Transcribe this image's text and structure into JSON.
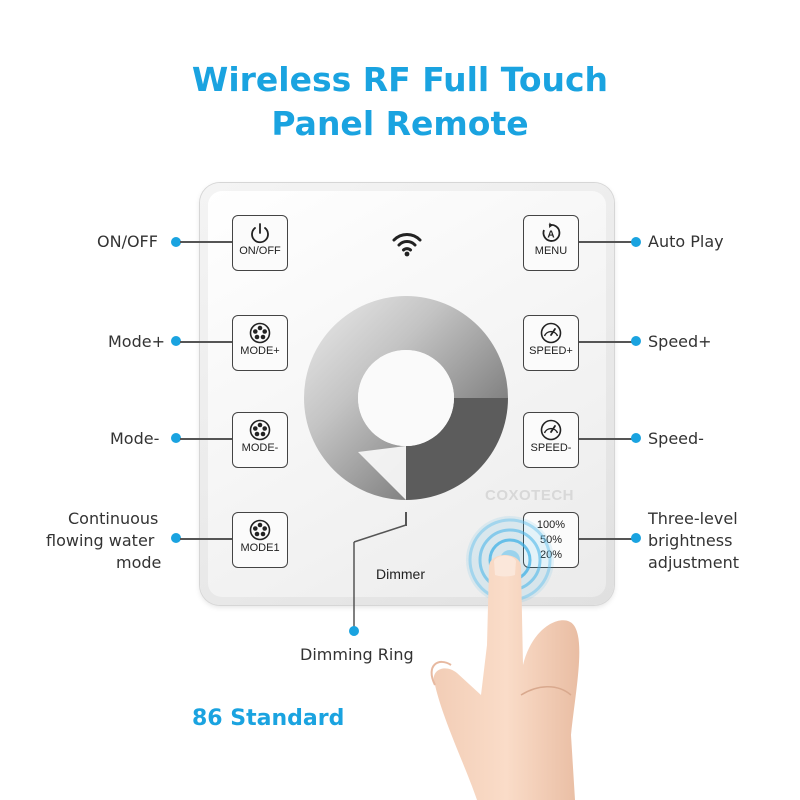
{
  "title": {
    "line1": "Wireless RF Full Touch",
    "line2": "Panel Remote"
  },
  "colors": {
    "accent": "#1aa3e0",
    "panel": "#f0f0f0",
    "ring_dark": "#6e6e6e"
  },
  "buttons": {
    "on_off": {
      "label": "ON/OFF",
      "icon": "power-icon"
    },
    "menu": {
      "label": "MENU",
      "icon": "auto-a-icon"
    },
    "mode_plus": {
      "label": "MODE+",
      "icon": "mode-dots-icon"
    },
    "speed_plus": {
      "label": "SPEED+",
      "icon": "gauge-icon"
    },
    "mode_minus": {
      "label": "MODE-",
      "icon": "mode-dots-icon"
    },
    "speed_minus": {
      "label": "SPEED-",
      "icon": "gauge-icon"
    },
    "mode1": {
      "label": "MODE1",
      "icon": "mode-dots-icon"
    },
    "brightness": {
      "l1": "100%",
      "l2": "50%",
      "l3": "20%"
    }
  },
  "callouts": {
    "on_off": "ON/OFF",
    "auto_play": "Auto Play",
    "mode_plus": "Mode+",
    "speed_plus": "Speed+",
    "mode_minus": "Mode-",
    "speed_minus": "Speed-",
    "continuous_1": "Continuous",
    "continuous_2": "flowing water",
    "continuous_3": "mode",
    "three_level_1": "Three-level",
    "three_level_2": "brightness",
    "three_level_3": "adjustment",
    "dimming_ring": "Dimming Ring"
  },
  "panel": {
    "brand": "COXOTECH",
    "dimmer_label": "Dimmer"
  },
  "footer": {
    "standard": "86 Standard"
  }
}
